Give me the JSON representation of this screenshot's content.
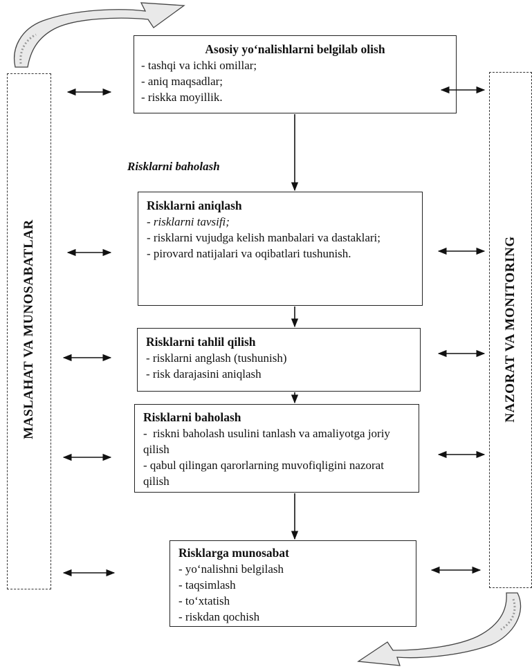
{
  "left_panel": {
    "label": "MASLAHAT VA MUNOSABATLAR"
  },
  "right_panel": {
    "label": "NAZORAT VA MONITORING"
  },
  "subheading": "Risklarni baholash",
  "boxes": [
    {
      "title": "Asosiy yo‘nalishlarni belgilab olish",
      "items": [
        "- tashqi va ichki omillar;",
        "- aniq maqsadlar;",
        "- riskka moyillik."
      ]
    },
    {
      "title": "Risklarni aniqlash",
      "items": [
        "- risklarni tavsifi;",
        "- risklarni vujudga kelish manbalari va dastaklari;",
        "- pirovard natijalari va oqibatlari tushunish."
      ]
    },
    {
      "title": "Risklarni tahlil qilish",
      "items": [
        "- risklarni anglash (tushunish)",
        "- risk darajasini aniqlash"
      ]
    },
    {
      "title": "Risklarni baholash",
      "items": [
        "-  riskni baholash usulini tanlash va amaliyotga joriy qilish",
        "- qabul qilingan qarorlarning muvofiqligini nazorat qilish"
      ]
    },
    {
      "title": "Risklarga munosabat",
      "items": [
        "- yo‘nalishni belgilash",
        "- taqsimlash",
        "- to‘xtatish",
        "- riskdan qochish"
      ]
    }
  ]
}
